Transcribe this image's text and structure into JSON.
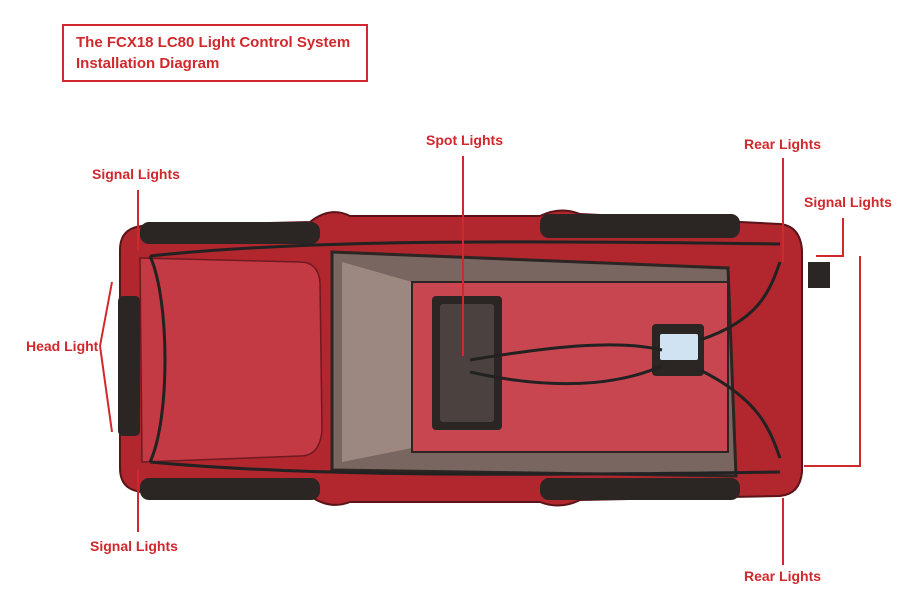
{
  "title": {
    "line1": "The FCX18 LC80 Light Control System",
    "line2": "Installation Diagram"
  },
  "labels": {
    "spot_lights": "Spot Lights",
    "rear_lights_top": "Rear Lights",
    "rear_lights_bottom": "Rear Lights",
    "signal_lights_top_left": "Signal Lights",
    "signal_lights_bottom_left": "Signal Lights",
    "signal_lights_right": "Signal Lights",
    "head_light": "Head Light"
  },
  "colors": {
    "accent": "#d0282c",
    "body_red": "#b2262e",
    "chassis_dark": "#2b2523",
    "floor_red": "#c8464f",
    "window_tint": "#8c7a74"
  }
}
